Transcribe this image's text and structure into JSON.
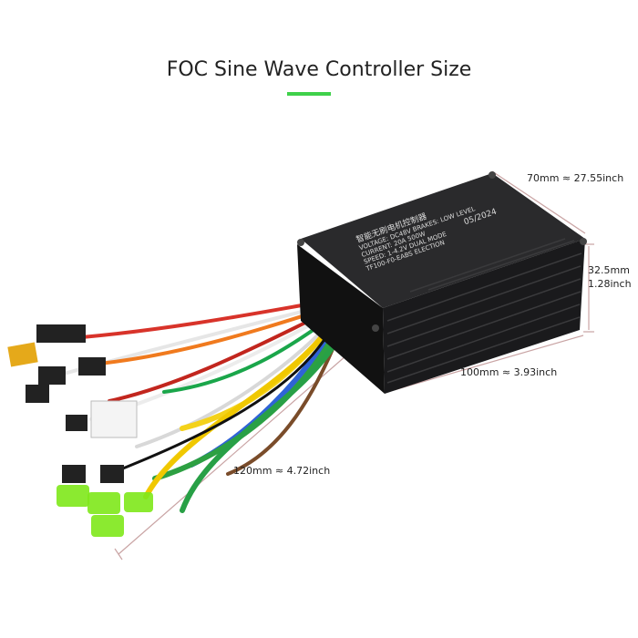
{
  "title": "FOC Sine Wave Controller Size",
  "colors": {
    "accent": "#3fd14a",
    "dimension_line": "#c9a4a4",
    "housing": "#1d1d1f",
    "connector_green": "#7ee81a"
  },
  "dimensions": {
    "width": "70mm ≈ 27.55inch",
    "height_mm": "32.5mm",
    "height_in": "1.28inch",
    "length": "100mm ≈ 3.93inch",
    "cable_length": "120mm ≈ 4.72inch"
  },
  "label_plate": {
    "heading": "智能无刷电机控制器",
    "lines": [
      "VOLTAGE: DC48V  BRAKES: LOW LEVEL",
      "CURRENT: 20A  500W",
      "SPEED: 1-4.2V DUAL MODE",
      "TF100-F0-EABS ELECTION"
    ],
    "date": "05/2024"
  }
}
